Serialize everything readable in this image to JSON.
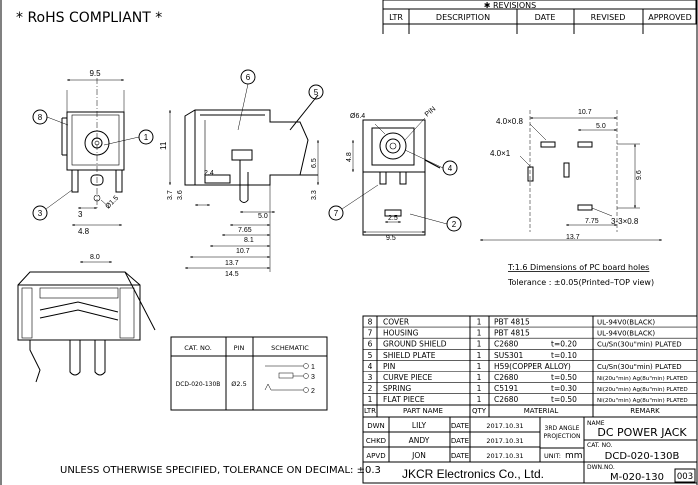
{
  "header": {
    "rohs": "* RoHS COMPLIANT *"
  },
  "revisions": {
    "title": "✱ REVISIONS",
    "columns": [
      "LTR",
      "DESCRIPTION",
      "DATE",
      "REVISED",
      "APPROVED"
    ]
  },
  "dims": {
    "front": [
      "9.5",
      "3",
      "4.8",
      "Ø1.5",
      "11"
    ],
    "side": [
      "2.4",
      "5.0",
      "7.65",
      "8.1",
      "10.7",
      "13.7",
      "14.5",
      "3.7",
      "3.6",
      "6.5",
      "3.3"
    ],
    "top": [
      "Ø6.4",
      "PIN",
      "4.8",
      "2.5",
      "9.5"
    ],
    "pcb": [
      "10.7",
      "5.0",
      "4.0×0.8",
      "4.0×1",
      "9.6",
      "7.75",
      "3-3×0.8",
      "13.7"
    ],
    "iso": [
      "8.0"
    ]
  },
  "callouts": [
    "1",
    "2",
    "3",
    "4",
    "5",
    "6",
    "7",
    "8"
  ],
  "pcb_note": {
    "title": "T:1.6 Dimensions of PC board holes",
    "tolerance": "Tolerance : ±0.05(Printed–TOP view)"
  },
  "catalog": {
    "headers": [
      "CAT. NO.",
      "PIN",
      "SCHEMATIC"
    ],
    "cat_no": "DCD-020-130B",
    "pin": "Ø2.5",
    "schematic_pins": [
      "1",
      "3",
      "2"
    ]
  },
  "tolerance_note": "UNLESS OTHERWISE SPECIFIED, TOLERANCE ON DECIMAL: ±0.3",
  "bom": {
    "rows": [
      {
        "no": "8",
        "part": "COVER",
        "qty": "1",
        "material": "PBT 4815",
        "t": "",
        "remark": "UL-94V0(BLACK)"
      },
      {
        "no": "7",
        "part": "HOUSING",
        "qty": "1",
        "material": "PBT 4815",
        "t": "",
        "remark": "UL-94V0(BLACK)"
      },
      {
        "no": "6",
        "part": "GROUND SHIELD",
        "qty": "1",
        "material": "C2680",
        "t": "t=0.20",
        "remark": "Cu/Sn(30u\"min)    PLATED"
      },
      {
        "no": "5",
        "part": "SHIELD PLATE",
        "qty": "1",
        "material": "SUS301",
        "t": "t=0.10",
        "remark": ""
      },
      {
        "no": "4",
        "part": "PIN",
        "qty": "1",
        "material": "H59(COPPER ALLOY)",
        "t": "",
        "remark": "Cu/Sn(30u\"min)    PLATED"
      },
      {
        "no": "3",
        "part": "CURVE PIECE",
        "qty": "1",
        "material": "C2680",
        "t": "t=0.50",
        "remark": "Ni(20u\"min) Ag(8u\"min)  PLATED"
      },
      {
        "no": "2",
        "part": "SPRING",
        "qty": "1",
        "material": "C5191",
        "t": "t=0.30",
        "remark": "Ni(20u\"min) Ag(8u\"min)  PLATED"
      },
      {
        "no": "1",
        "part": "FLAT PIECE",
        "qty": "1",
        "material": "C2680",
        "t": "t=0.50",
        "remark": "Ni(20u\"min) Ag(8u\"min)  PLATED"
      }
    ],
    "header": {
      "ltr": "LTR",
      "part": "PART NAME",
      "qty": "QTY",
      "material": "MATERIAL",
      "remark": "REMARK"
    }
  },
  "title_block": {
    "dwn_label": "DWN",
    "dwn": "LILY",
    "chkd_label": "CHKD",
    "chkd": "ANDY",
    "apvd_label": "APVD",
    "apvd": "JON",
    "date_label": "DATE",
    "date1": "2017.10.31",
    "date2": "2017.10.31",
    "date3": "2017.10.31",
    "projection": [
      "3RD ANGLE",
      "PROJECTION"
    ],
    "unit_label": "UNIT:",
    "unit": "mm",
    "name_label": "NAME",
    "name": "DC POWER JACK",
    "catno_label": "CAT. NO.",
    "catno": "DCD-020-130B",
    "dwgno_label": "DWN.NO.",
    "dwgno": "M-020-130",
    "sheet": "003",
    "company": "JKCR Electronics Co., Ltd."
  }
}
